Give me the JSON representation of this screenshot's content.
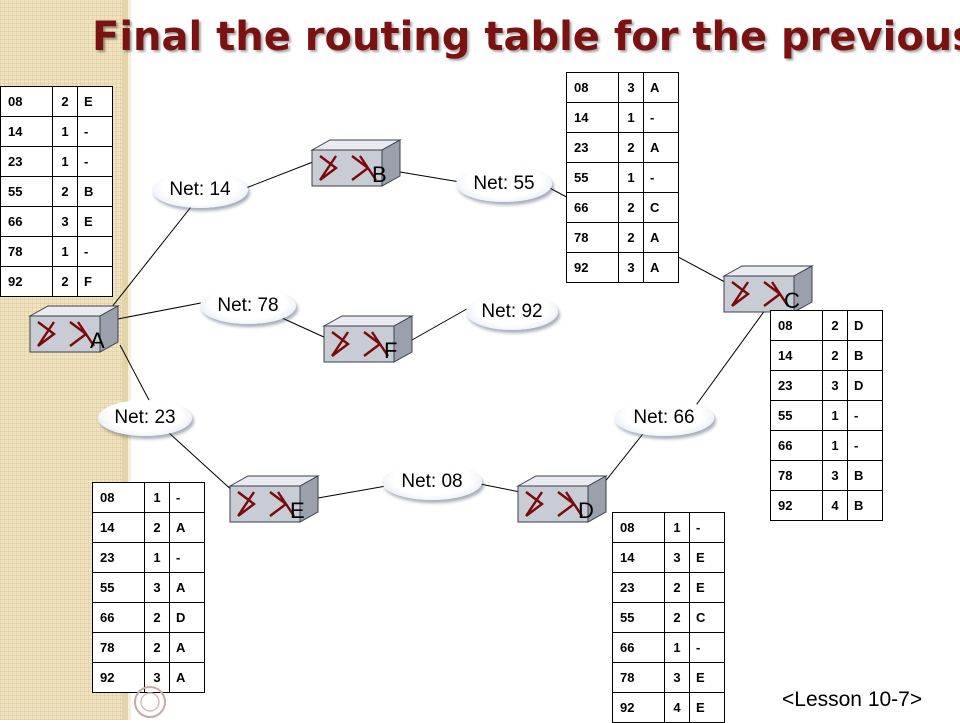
{
  "title": "Final the routing table for the previous",
  "footer": "<Lesson 10-7>",
  "accent_color": "#7a1212",
  "routers": {
    "A": {
      "label": "A"
    },
    "B": {
      "label": "B"
    },
    "C": {
      "label": "C"
    },
    "D": {
      "label": "D"
    },
    "E": {
      "label": "E"
    },
    "F": {
      "label": "F"
    }
  },
  "networks": {
    "n14": "Net: 14",
    "n55": "Net: 55",
    "n78": "Net: 78",
    "n92": "Net: 92",
    "n23": "Net: 23",
    "n66": "Net: 66",
    "n08": "Net: 08"
  },
  "tables": {
    "A": [
      [
        "08",
        "2",
        "E"
      ],
      [
        "14",
        "1",
        "-"
      ],
      [
        "23",
        "1",
        "-"
      ],
      [
        "55",
        "2",
        "B"
      ],
      [
        "66",
        "3",
        "E"
      ],
      [
        "78",
        "1",
        "-"
      ],
      [
        "92",
        "2",
        "F"
      ]
    ],
    "B": [
      [
        "08",
        "3",
        "A"
      ],
      [
        "14",
        "1",
        "-"
      ],
      [
        "23",
        "2",
        "A"
      ],
      [
        "55",
        "1",
        "-"
      ],
      [
        "66",
        "2",
        "C"
      ],
      [
        "78",
        "2",
        "A"
      ],
      [
        "92",
        "3",
        "A"
      ]
    ],
    "C": [
      [
        "08",
        "2",
        "D"
      ],
      [
        "14",
        "2",
        "B"
      ],
      [
        "23",
        "3",
        "D"
      ],
      [
        "55",
        "1",
        "-"
      ],
      [
        "66",
        "1",
        "-"
      ],
      [
        "78",
        "3",
        "B"
      ],
      [
        "92",
        "4",
        "B"
      ]
    ],
    "E": [
      [
        "08",
        "1",
        "-"
      ],
      [
        "14",
        "2",
        "A"
      ],
      [
        "23",
        "1",
        "-"
      ],
      [
        "55",
        "3",
        "A"
      ],
      [
        "66",
        "2",
        "D"
      ],
      [
        "78",
        "2",
        "A"
      ],
      [
        "92",
        "3",
        "A"
      ]
    ],
    "D": [
      [
        "08",
        "1",
        "-"
      ],
      [
        "14",
        "3",
        "E"
      ],
      [
        "23",
        "2",
        "E"
      ],
      [
        "55",
        "2",
        "C"
      ],
      [
        "66",
        "1",
        "-"
      ],
      [
        "78",
        "3",
        "E"
      ],
      [
        "92",
        "4",
        "E"
      ]
    ]
  }
}
